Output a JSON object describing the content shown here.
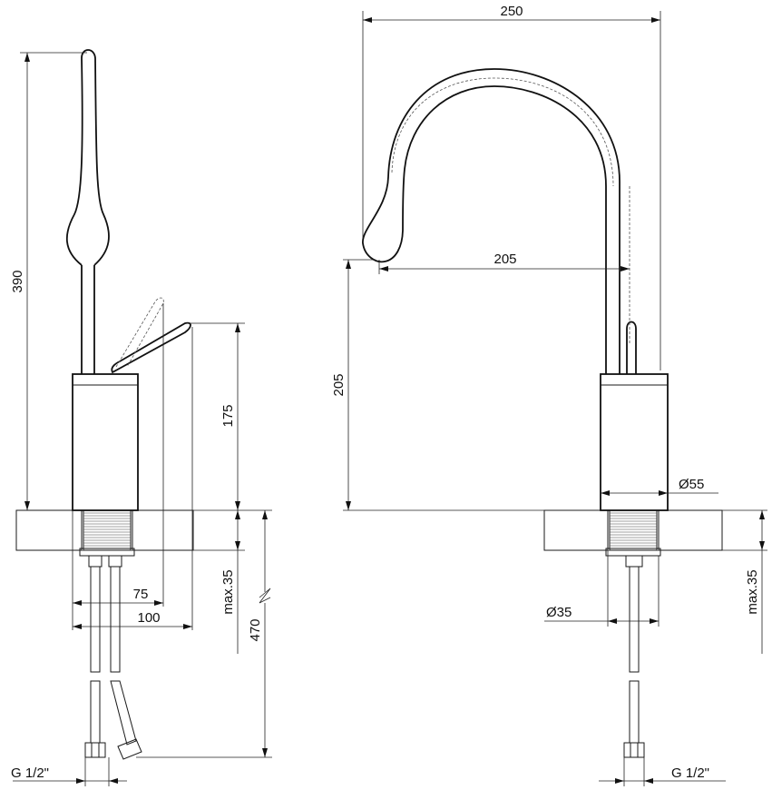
{
  "side_view": {
    "height_total": "390",
    "lever_height": "175",
    "depth_inner": "75",
    "depth_outer": "100",
    "max_mount": "max.35",
    "hose_length": "470",
    "thread": "G 1/2\""
  },
  "front_view": {
    "spout_width": "250",
    "spout_reach": "205",
    "spout_height": "205",
    "body_diameter": "Ø55",
    "shank_diameter": "Ø35",
    "max_mount": "max.35",
    "thread": "G 1/2\""
  }
}
